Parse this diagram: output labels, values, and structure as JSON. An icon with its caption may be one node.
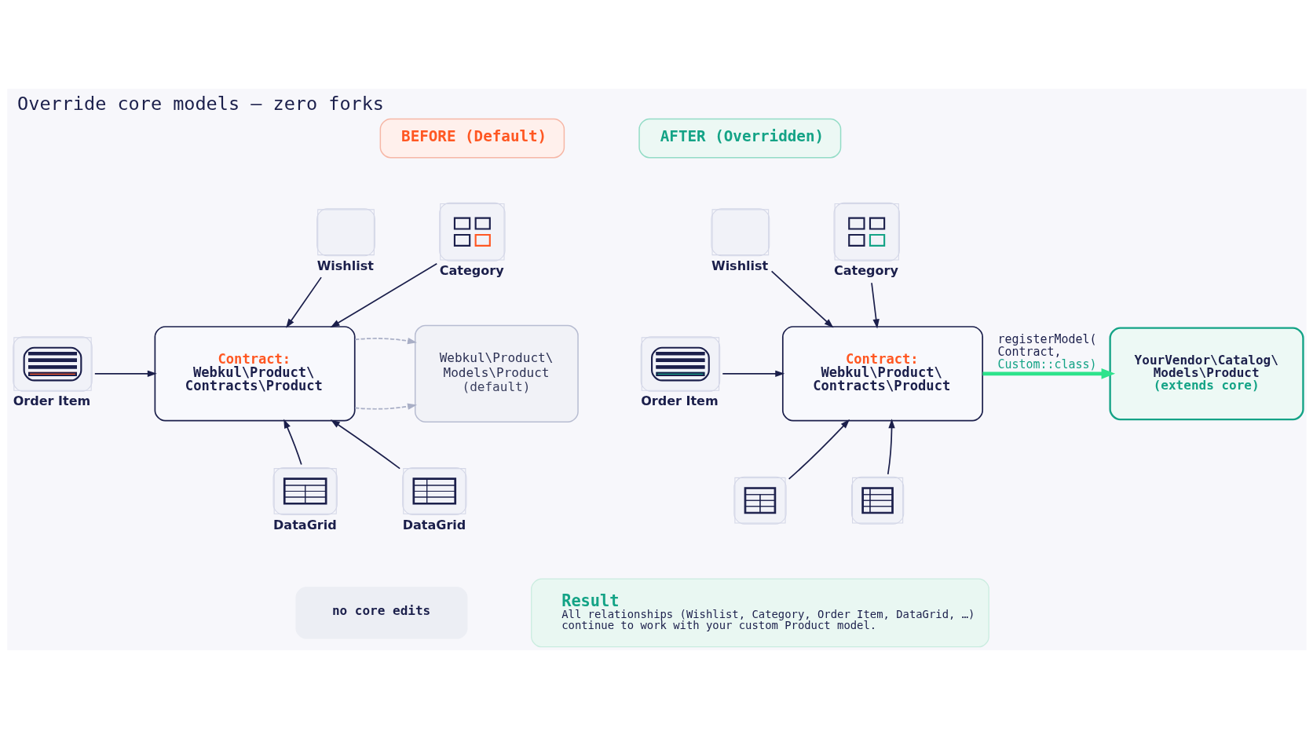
{
  "diagram": {
    "title": "Override core models — zero forks",
    "nodes": [
      {
        "text": [
          "BEFORE (Default)"
        ]
      },
      {
        "text": [
          "Wishlist"
        ]
      },
      {
        "text": [
          "Category"
        ]
      },
      {
        "text": [
          "Order Item"
        ]
      },
      {
        "text": [
          "Contract:",
          "Webkul\\Product\\ Contracts\\Product"
        ]
      },
      {
        "text": [
          "Webkul\\Product\\ Models\\Product",
          "(default)"
        ]
      },
      {
        "text": [
          "DataGrid"
        ]
      },
      {
        "text": [
          "DataGrid"
        ]
      },
      {
        "text": [
          "no core edits"
        ]
      },
      {
        "text": [
          "AFTER (Overridden)"
        ]
      },
      {
        "text": [
          "Wishlist"
        ]
      },
      {
        "text": [
          "Category"
        ]
      },
      {
        "text": [
          "Order Item"
        ]
      },
      {
        "text": [
          "Contract:",
          "Webkul\\Product\\ Contracts\\Product"
        ]
      },
      {
        "text": [
          "YourVendor\\Catalog\\ Models\\Product",
          "(extends core)"
        ]
      },
      {
        "text": [],
        "shape": "box"
      },
      {
        "text": [],
        "shape": "box"
      },
      {
        "text": [
          "Result",
          "All relationships (Wishlist, Category, Order Item, DataGrid, …) continue to work with your custom Product model."
        ]
      }
    ],
    "edges": [
      {
        "from": 1,
        "to": 4,
        "arrow": "to"
      },
      {
        "from": 2,
        "to": 4,
        "arrow": "to"
      },
      {
        "from": 3,
        "to": 4,
        "arrow": "to"
      },
      {
        "from": 6,
        "to": 4,
        "arrow": "to"
      },
      {
        "from": 7,
        "to": 4,
        "arrow": "to"
      },
      {
        "from": 4,
        "to": 5,
        "arrow": "to",
        "style": "dashed",
        "color": "#a9afc6"
      },
      {
        "from": 4,
        "to": 5,
        "arrow": "to",
        "style": "dashed",
        "color": "#a9afc6"
      },
      {
        "from": 10,
        "to": 13,
        "arrow": "to"
      },
      {
        "from": 11,
        "to": 13,
        "arrow": "to"
      },
      {
        "from": 12,
        "to": 13,
        "arrow": "to"
      },
      {
        "from": 15,
        "to": 13,
        "arrow": "to"
      },
      {
        "from": 16,
        "to": 13,
        "arrow": "to"
      },
      {
        "from": 13,
        "to": 14,
        "arrow": "to",
        "style": "thick",
        "color": "#2ee38c",
        "label": "registerModel( Contract, Custom::class)"
      }
    ]
  }
}
